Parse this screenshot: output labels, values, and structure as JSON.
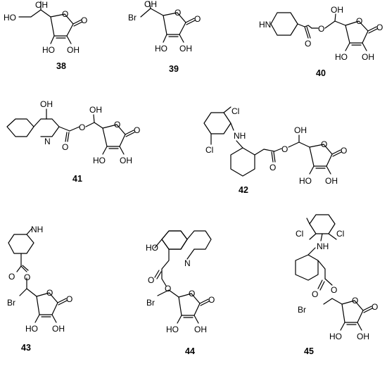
{
  "compounds": [
    {
      "number": "38",
      "labels": {
        "oh_top": "OH",
        "ho_left": "HO",
        "ho_bottom": "HO",
        "oh_bottom": "OH",
        "ring_o": "O",
        "carbonyl_o": "O"
      }
    },
    {
      "number": "39",
      "labels": {
        "br": "Br",
        "oh_top": "OH",
        "ho_bottom": "HO",
        "oh_bottom": "OH",
        "ring_o": "O",
        "carbonyl_o": "O"
      }
    },
    {
      "number": "40",
      "labels": {
        "hn": "HN",
        "ester_o": "O",
        "ester_co": "O",
        "oh_top": "OH",
        "ho_bottom": "HO",
        "oh_bottom": "OH",
        "ring_o": "O",
        "carbonyl_o": "O"
      }
    },
    {
      "number": "41",
      "labels": {
        "oh_quin": "OH",
        "n": "N",
        "ester_o": "O",
        "ester_co": "O",
        "oh_top": "OH",
        "ho_bottom": "HO",
        "oh_bottom": "OH",
        "ring_o": "O",
        "carbonyl_o": "O"
      }
    },
    {
      "number": "42",
      "labels": {
        "cl_top": "Cl",
        "cl_bottom": "Cl",
        "nh": "NH",
        "ester_o": "O",
        "ester_co": "O",
        "oh_top": "OH",
        "ho_bottom": "HO",
        "oh_bottom": "OH",
        "ring_o": "O",
        "carbonyl_o": "O"
      }
    },
    {
      "number": "43",
      "labels": {
        "nh": "NH",
        "ester_co": "O",
        "ester_o": "O",
        "br": "Br",
        "ho_bottom": "HO",
        "oh_bottom": "OH",
        "ring_o": "O",
        "carbonyl_o": "O"
      }
    },
    {
      "number": "44",
      "labels": {
        "ho_quin": "HO",
        "n": "N",
        "ester_co": "O",
        "ester_o": "O",
        "br": "Br",
        "ho_bottom": "HO",
        "oh_bottom": "OH",
        "ring_o": "O",
        "carbonyl_o": "O"
      }
    },
    {
      "number": "45",
      "labels": {
        "cl_left": "Cl",
        "cl_right": "Cl",
        "nh": "NH",
        "ester_co": "O",
        "ester_o": "O",
        "br": "Br",
        "ho_bottom": "HO",
        "oh_bottom": "OH",
        "ring_o": "O",
        "carbonyl_o": "O"
      }
    }
  ]
}
